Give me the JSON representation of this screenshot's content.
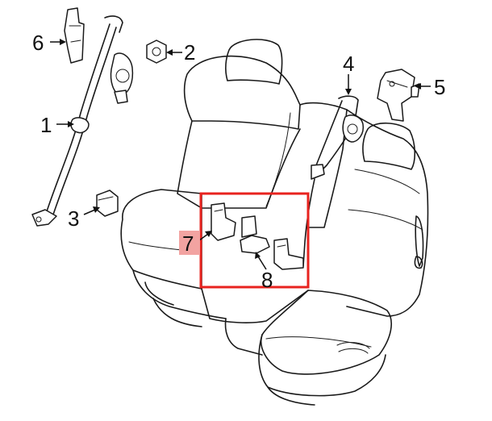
{
  "callouts": [
    {
      "id": "1",
      "label": "1"
    },
    {
      "id": "2",
      "label": "2"
    },
    {
      "id": "3",
      "label": "3"
    },
    {
      "id": "4",
      "label": "4"
    },
    {
      "id": "5",
      "label": "5"
    },
    {
      "id": "6",
      "label": "6"
    },
    {
      "id": "7",
      "label": "7"
    },
    {
      "id": "8",
      "label": "8"
    }
  ],
  "colors": {
    "highlight_box": "#e8231f",
    "highlight_label_bg": "#f2a3a1",
    "line": "#1a1a1a"
  }
}
